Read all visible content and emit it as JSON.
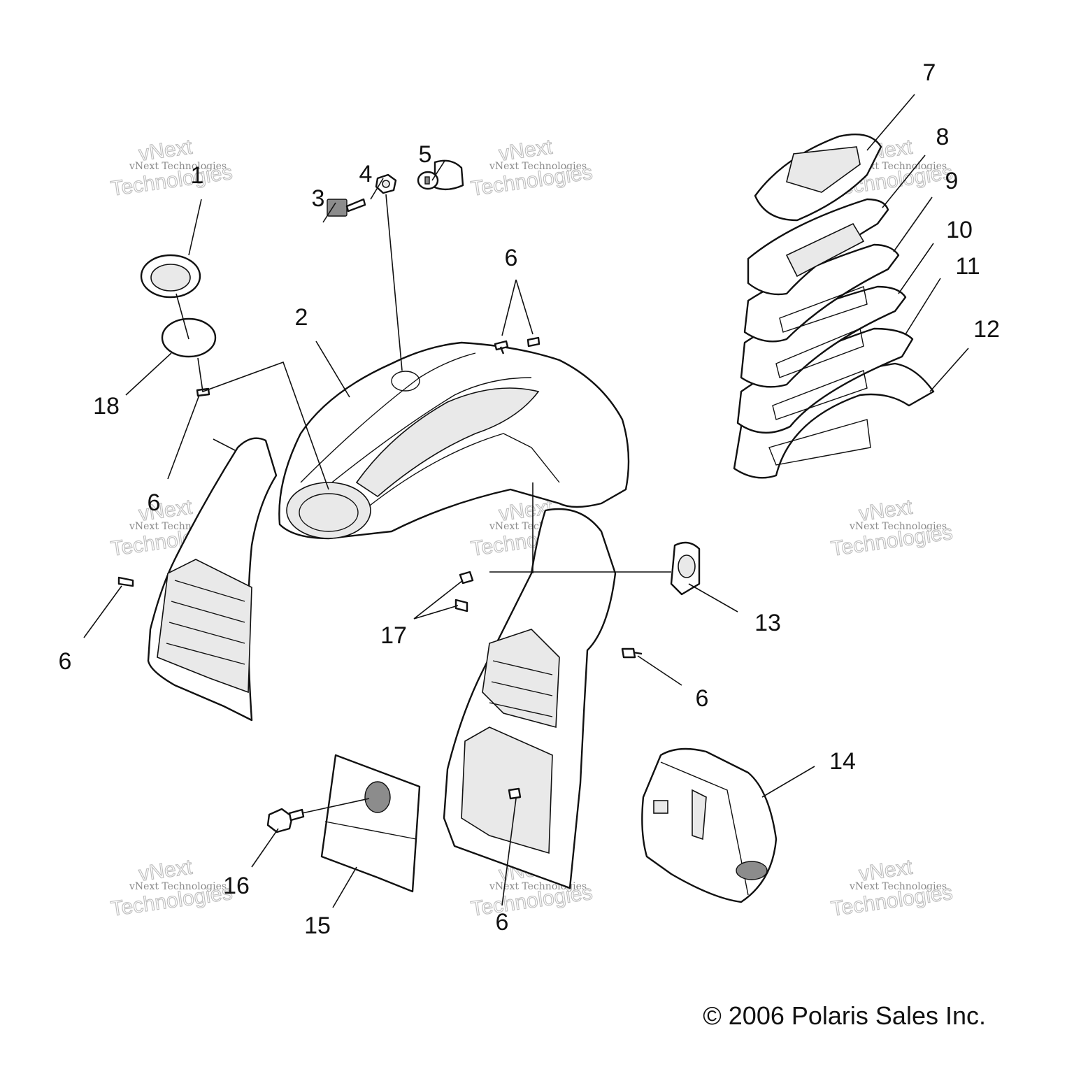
{
  "copyright": "© 2006 Polaris Sales Inc.",
  "watermark": {
    "line1": "vNext Technologies",
    "line2": "vNext",
    "line3": "Technologies"
  },
  "callouts": {
    "c1": "1",
    "c2": "2",
    "c3": "3",
    "c4": "4",
    "c5": "5",
    "c6a": "6",
    "c6b": "6",
    "c6c": "6",
    "c6d": "6",
    "c6e": "6",
    "c7": "7",
    "c8": "8",
    "c9": "9",
    "c10": "10",
    "c11": "11",
    "c12": "12",
    "c13": "13",
    "c14": "14",
    "c15": "15",
    "c16": "16",
    "c17": "17",
    "c18": "18"
  }
}
